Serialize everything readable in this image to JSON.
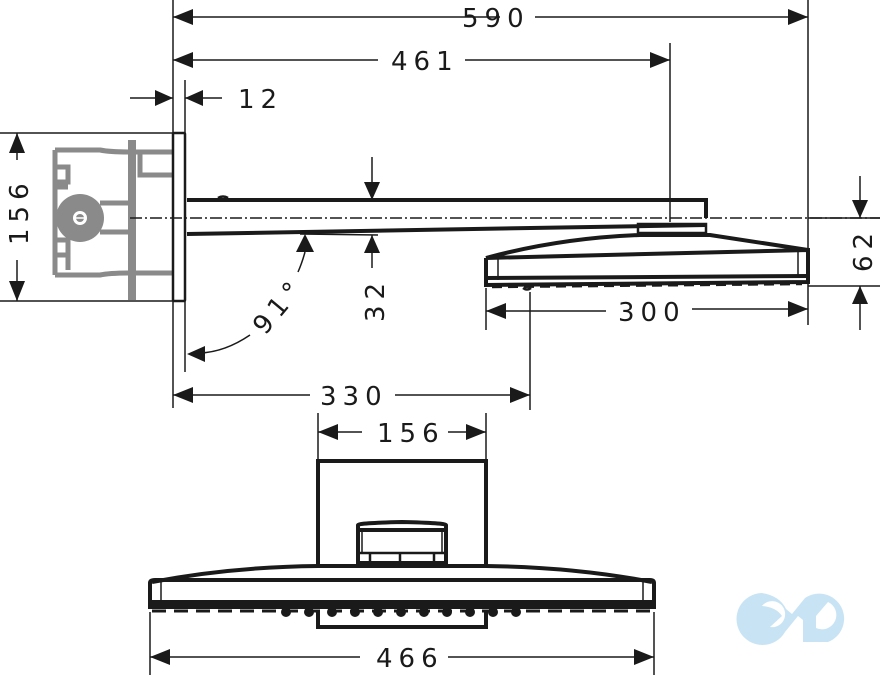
{
  "drawing": {
    "subject": "Overhead shower with wall arm — dimension drawing",
    "units": "mm",
    "colors": {
      "line": "#1a1a1a",
      "mounting_box": "#8a8a8a",
      "logo": "#c8e4f4",
      "background": "#ffffff"
    }
  },
  "side_view": {
    "dimensions": {
      "overall_length": "590",
      "arm_to_head_center": "461",
      "wall_plate_thickness": "12",
      "wall_plate_height": "156",
      "head_height": "62",
      "arm_thickness": "32",
      "arm_angle": "91°",
      "head_width": "300",
      "wall_to_head_edge": "330"
    }
  },
  "front_view": {
    "dimensions": {
      "wall_plate_width": "156",
      "head_overall_width": "466"
    }
  },
  "watermark": {
    "icon": "infinity-logo-icon"
  }
}
